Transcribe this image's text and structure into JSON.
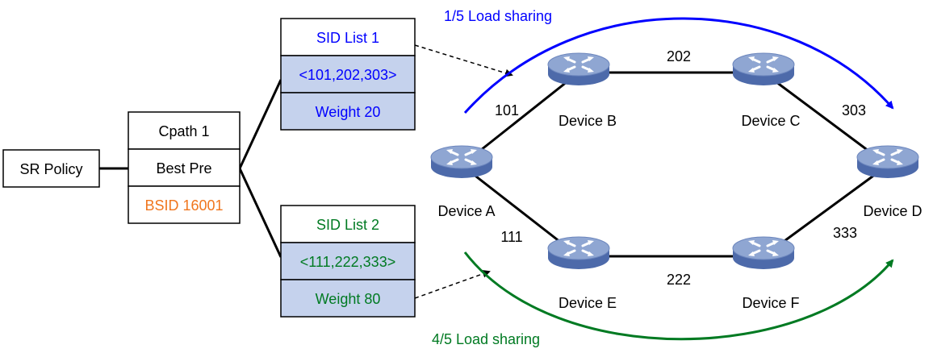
{
  "colors": {
    "blue": "#0000ff",
    "green": "#007a22",
    "orange": "#f0761e",
    "black": "#000000",
    "sid_fill": "#c5d2ed",
    "router_top": "#8fa6d2",
    "router_side": "#4d6aaa"
  },
  "policy": {
    "label": "SR Policy"
  },
  "cpath": {
    "name": "Cpath 1",
    "preference": "Best Pre",
    "bsid": "BSID 16001"
  },
  "sid_lists": [
    {
      "title": "SID List 1",
      "sids": "<101,202,303>",
      "weight": "Weight 20",
      "color": "blue"
    },
    {
      "title": "SID List 2",
      "sids": "<111,222,333>",
      "weight": "Weight 80",
      "color": "green"
    }
  ],
  "devices": {
    "a": "Device A",
    "b": "Device B",
    "c": "Device C",
    "d": "Device D",
    "e": "Device E",
    "f": "Device F"
  },
  "links": {
    "ab": "101",
    "bc": "202",
    "cd": "303",
    "ae": "111",
    "ef": "222",
    "fd": "333"
  },
  "load_sharing": {
    "top": "1/5 Load sharing",
    "bottom": "4/5 Load sharing"
  },
  "icons": {
    "router": "router-icon"
  }
}
